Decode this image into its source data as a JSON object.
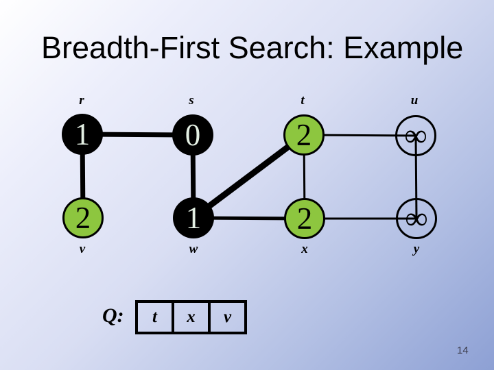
{
  "slide": {
    "title": "Breadth-First Search: Example",
    "page_number": "14"
  },
  "graph": {
    "nodes": [
      {
        "id": "r",
        "label": "r",
        "value": "1",
        "state": "visited"
      },
      {
        "id": "s",
        "label": "s",
        "value": "0",
        "state": "visited"
      },
      {
        "id": "t",
        "label": "t",
        "value": "2",
        "state": "frontier"
      },
      {
        "id": "u",
        "label": "u",
        "value": "∞",
        "state": "undiscovered"
      },
      {
        "id": "v",
        "label": "v",
        "value": "2",
        "state": "frontier"
      },
      {
        "id": "w",
        "label": "w",
        "value": "1",
        "state": "visited"
      },
      {
        "id": "x",
        "label": "x",
        "value": "2",
        "state": "frontier"
      },
      {
        "id": "y",
        "label": "y",
        "value": "∞",
        "state": "undiscovered"
      }
    ],
    "edges": [
      {
        "from": "r",
        "to": "s",
        "thick": true
      },
      {
        "from": "r",
        "to": "v",
        "thick": true
      },
      {
        "from": "s",
        "to": "w",
        "thick": true
      },
      {
        "from": "w",
        "to": "t",
        "thick": true
      },
      {
        "from": "w",
        "to": "x",
        "thick": true
      },
      {
        "from": "t",
        "to": "x",
        "thick": false
      },
      {
        "from": "t",
        "to": "u",
        "thick": false
      },
      {
        "from": "u",
        "to": "y",
        "thick": false
      },
      {
        "from": "x",
        "to": "y",
        "thick": false
      }
    ]
  },
  "queue": {
    "label": "Q:",
    "items": [
      "t",
      "x",
      "v"
    ]
  },
  "colors": {
    "frontier_green": "#8dc63f",
    "visited_black": "#000000",
    "node_number_on_black": "#e4f0e4",
    "background_top_left": "#ffffff",
    "background_bottom_right": "#8da0d4",
    "title_text": "#000000"
  }
}
